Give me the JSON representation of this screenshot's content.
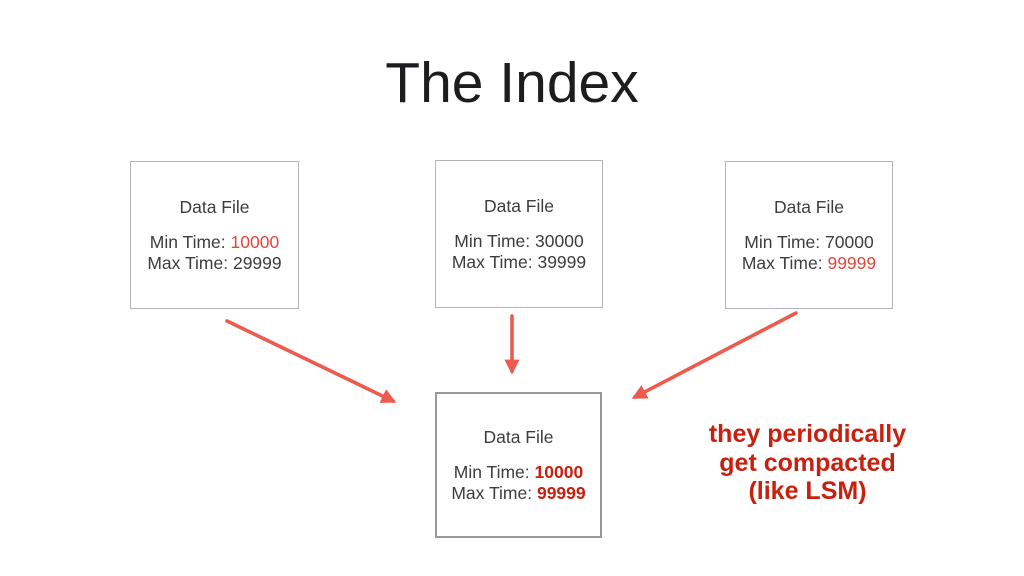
{
  "title": "The Index",
  "colors": {
    "background": "#ffffff",
    "title-text": "#1d1d1f",
    "body-text": "#3d3d3d",
    "box-border": "#b3b3ba",
    "merged-box-border": "#97979d",
    "highlight-red": "#e2463c",
    "strong-red": "#c8200f",
    "arrow-red": "#ed5a4e"
  },
  "data_files": [
    {
      "label": "Data File",
      "min_label": "Min Time:",
      "min_value": "10000",
      "max_label": "Max Time:",
      "max_value": "29999"
    },
    {
      "label": "Data File",
      "min_label": "Min Time:",
      "min_value": "30000",
      "max_label": "Max Time:",
      "max_value": "39999"
    },
    {
      "label": "Data File",
      "min_label": "Min Time:",
      "min_value": "70000",
      "max_label": "Max Time:",
      "max_value": "99999"
    }
  ],
  "merged_file": {
    "label": "Data File",
    "min_label": "Min Time:",
    "min_value": "10000",
    "max_label": "Max Time:",
    "max_value": "99999"
  },
  "note": {
    "lines": [
      "they periodically",
      "get compacted",
      "(like LSM)"
    ]
  }
}
